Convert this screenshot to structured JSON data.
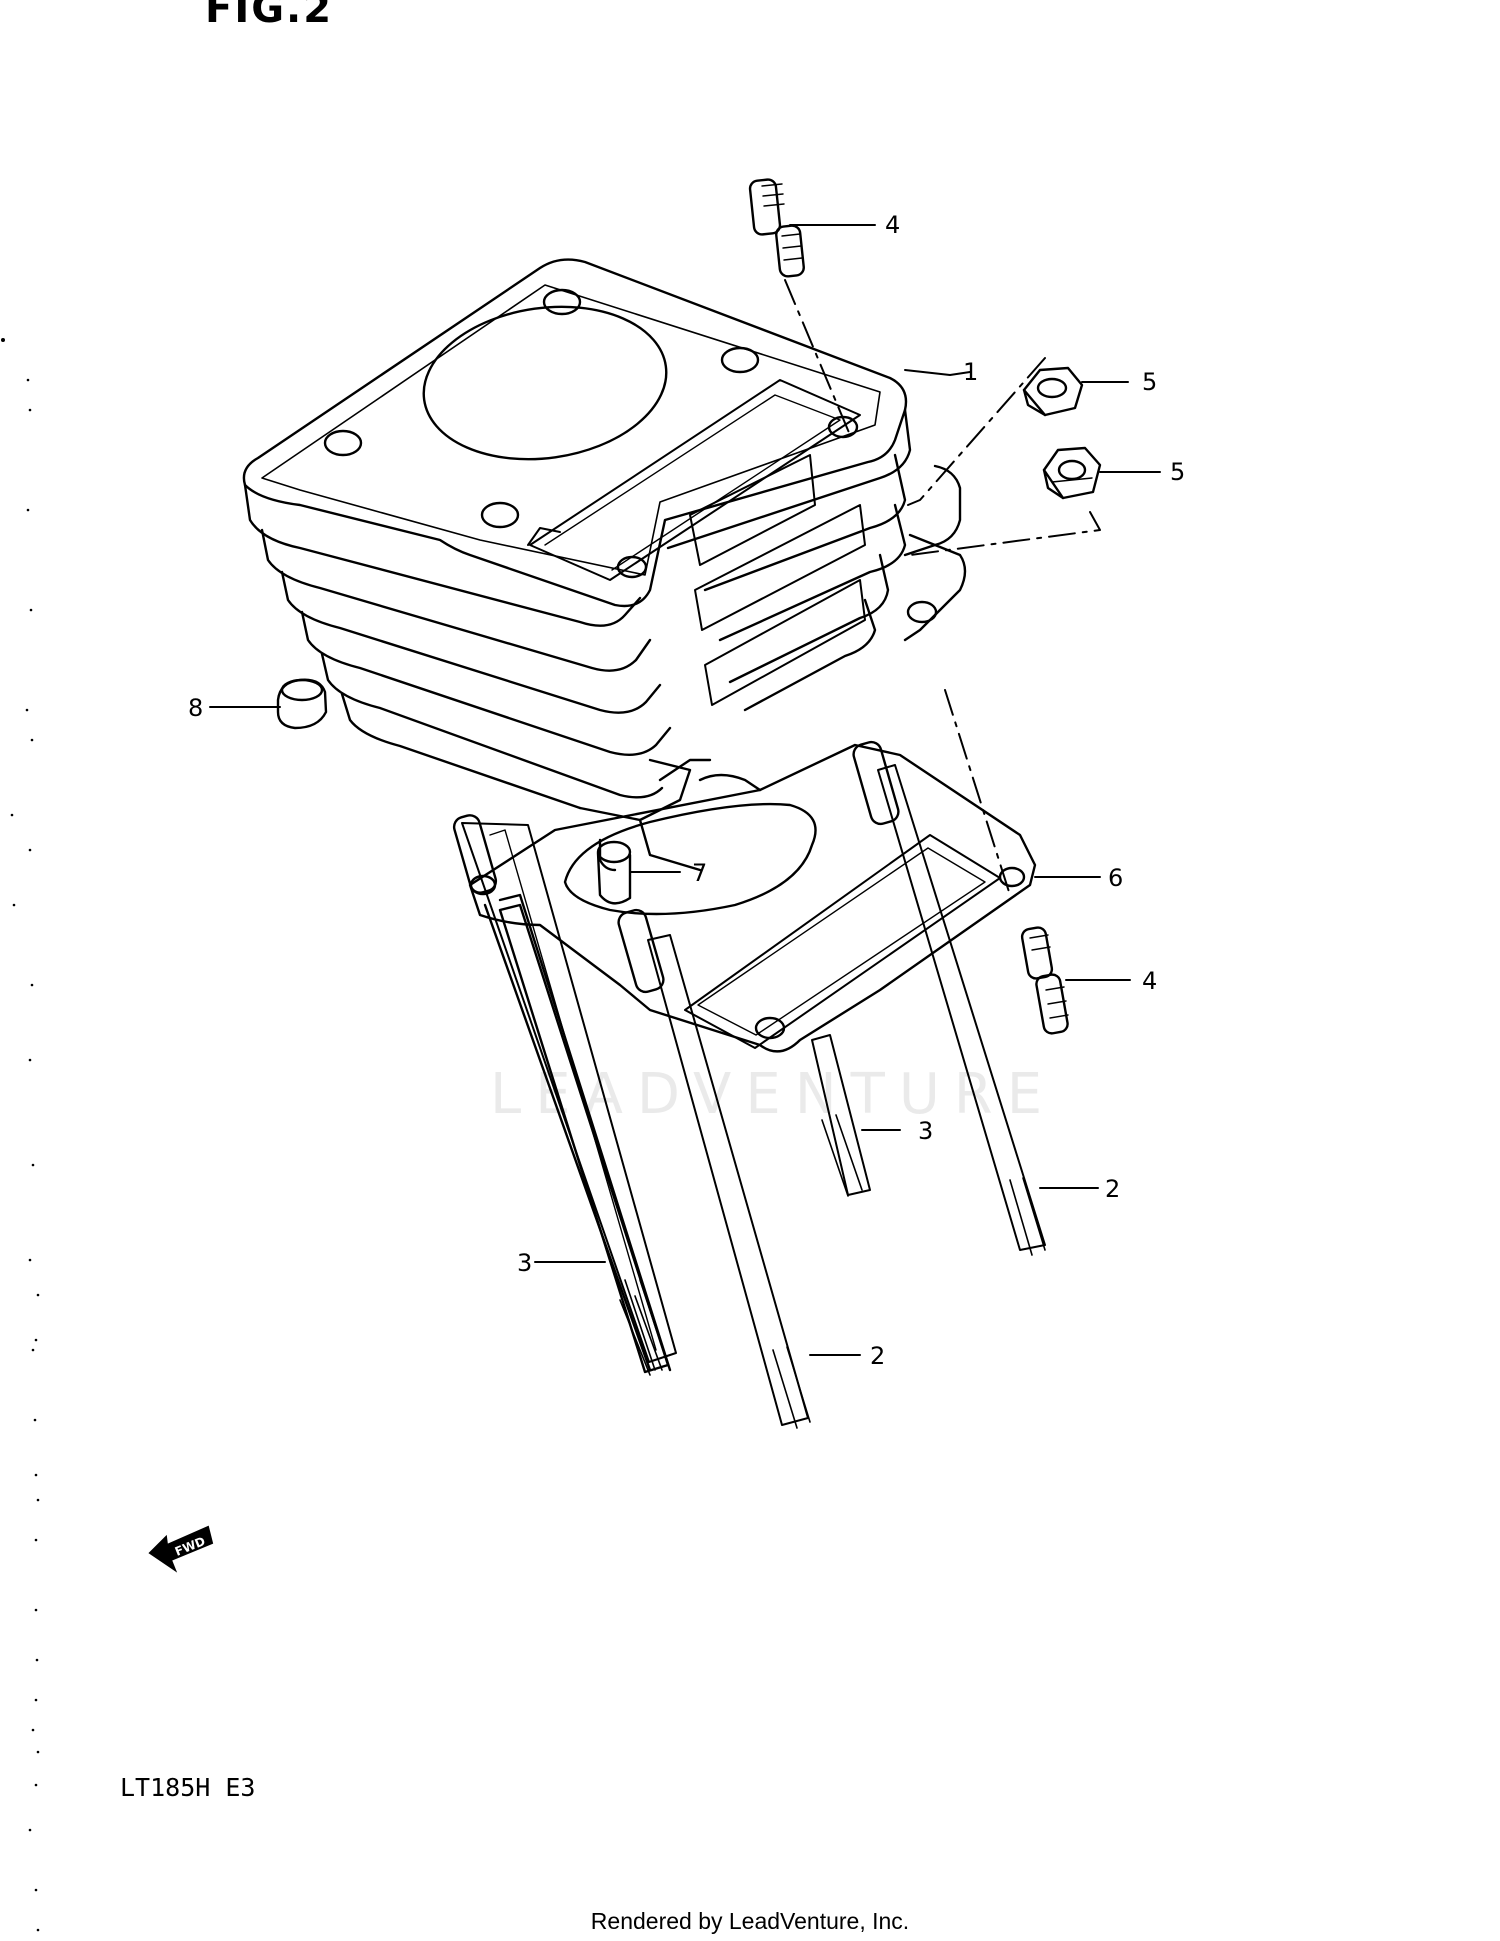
{
  "figure": {
    "title": "FIG.2",
    "model": "LT185H E3",
    "footer": "Rendered by LeadVenture, Inc.",
    "watermark": "LEADVENTURE",
    "fwd_label": "FWD"
  },
  "callouts": [
    {
      "id": "c1",
      "number": "1"
    },
    {
      "id": "c2a",
      "number": "2"
    },
    {
      "id": "c2b",
      "number": "2"
    },
    {
      "id": "c3a",
      "number": "3"
    },
    {
      "id": "c3b",
      "number": "3"
    },
    {
      "id": "c4a",
      "number": "4"
    },
    {
      "id": "c4b",
      "number": "4"
    },
    {
      "id": "c5a",
      "number": "5"
    },
    {
      "id": "c5b",
      "number": "5"
    },
    {
      "id": "c6",
      "number": "6"
    },
    {
      "id": "c7",
      "number": "7"
    },
    {
      "id": "c8",
      "number": "8"
    }
  ]
}
